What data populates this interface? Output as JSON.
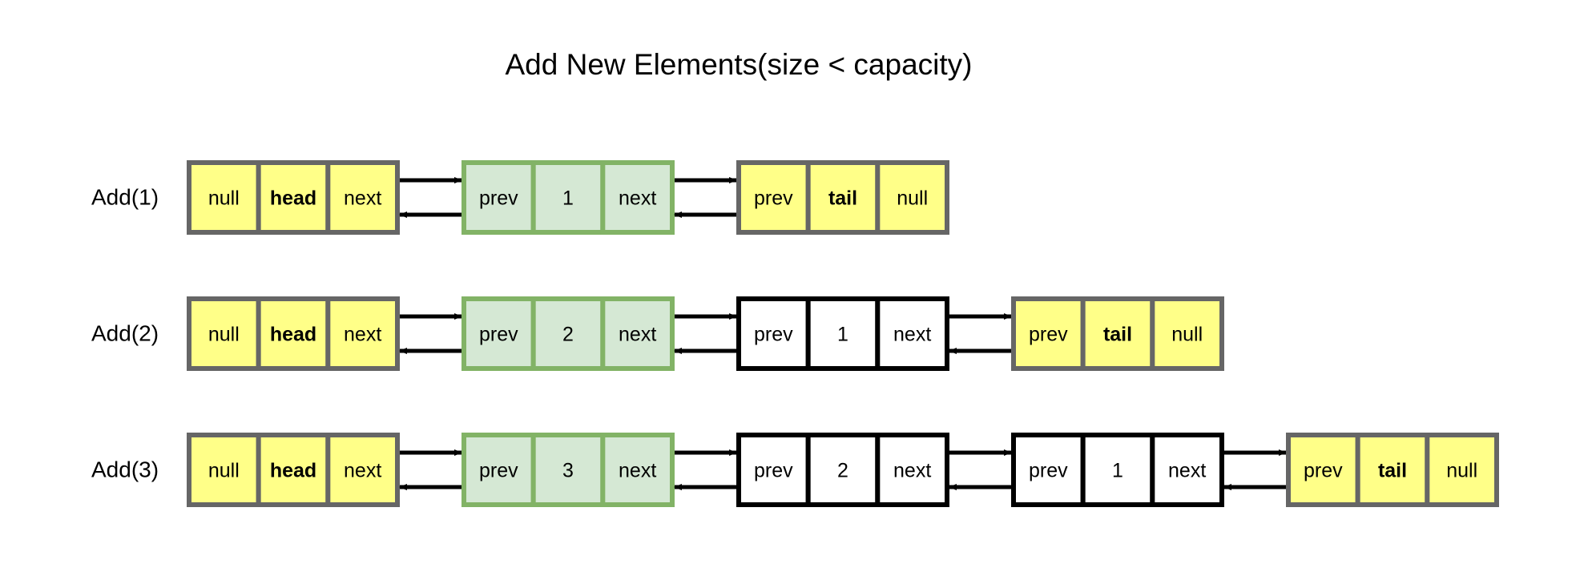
{
  "title": "Add New Elements(size < capacity)",
  "colors": {
    "sentinel_fill": "#ffff88",
    "sentinel_border": "#666666",
    "new_fill": "#d5e8d4",
    "new_border": "#82b366",
    "normal_fill": "#ffffff",
    "normal_border": "#000000",
    "arrow": "#000000",
    "text": "#000000"
  },
  "rows": [
    {
      "label": "Add(1)",
      "nodes": [
        {
          "kind": "head",
          "cells": [
            "null",
            "head",
            "next"
          ]
        },
        {
          "kind": "new",
          "cells": [
            "prev",
            "1",
            "next"
          ]
        },
        {
          "kind": "tail",
          "cells": [
            "prev",
            "tail",
            "null"
          ]
        }
      ]
    },
    {
      "label": "Add(2)",
      "nodes": [
        {
          "kind": "head",
          "cells": [
            "null",
            "head",
            "next"
          ]
        },
        {
          "kind": "new",
          "cells": [
            "prev",
            "2",
            "next"
          ]
        },
        {
          "kind": "normal",
          "cells": [
            "prev",
            "1",
            "next"
          ]
        },
        {
          "kind": "tail",
          "cells": [
            "prev",
            "tail",
            "null"
          ]
        }
      ]
    },
    {
      "label": "Add(3)",
      "nodes": [
        {
          "kind": "head",
          "cells": [
            "null",
            "head",
            "next"
          ]
        },
        {
          "kind": "new",
          "cells": [
            "prev",
            "3",
            "next"
          ]
        },
        {
          "kind": "normal",
          "cells": [
            "prev",
            "2",
            "next"
          ]
        },
        {
          "kind": "normal",
          "cells": [
            "prev",
            "1",
            "next"
          ]
        },
        {
          "kind": "tail",
          "cells": [
            "prev",
            "tail",
            "null"
          ]
        }
      ]
    }
  ]
}
